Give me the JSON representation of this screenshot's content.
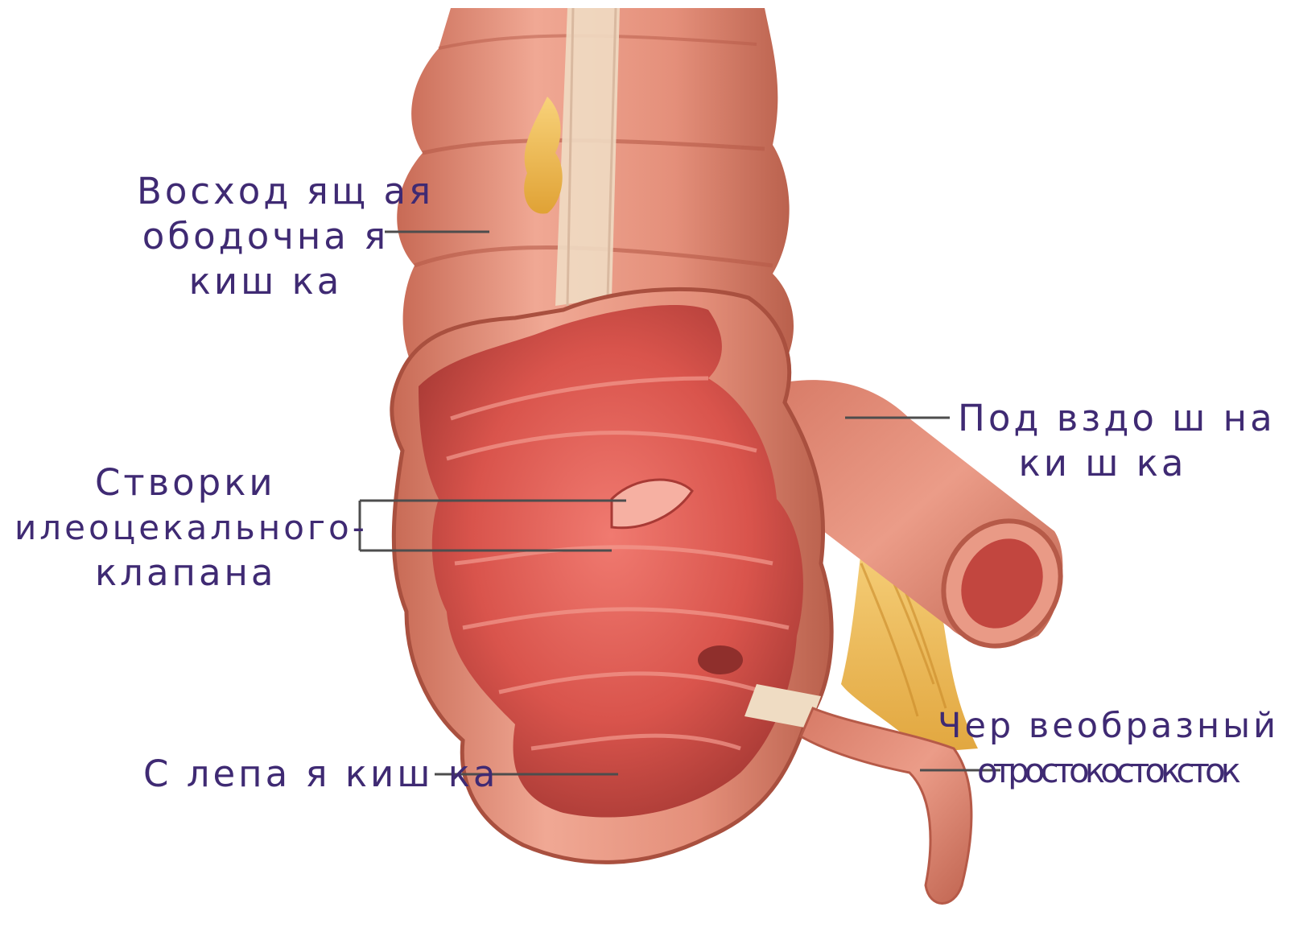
{
  "labels": {
    "ascending_colon": [
      "Восход ящ ая",
      "ободочна я",
      "киш ка"
    ],
    "ileum": [
      "Под вздо ш на я",
      "ки ш ка"
    ],
    "ileocecal_valve": [
      "Створки",
      "илеоцекального-",
      "клапана"
    ],
    "cecum": [
      "С лепа я киш ка"
    ],
    "appendix": [
      "Чер веобразный",
      "отростокостоксток"
    ]
  },
  "colors": {
    "label_text": "#3f2a73",
    "leader_line": "#4d4d4d",
    "wall_outer": "#e89a86",
    "wall_dark": "#b65a48",
    "lumen": "#d9544c",
    "fat": "#f2c15a",
    "mesentery": "#efdcc3"
  }
}
